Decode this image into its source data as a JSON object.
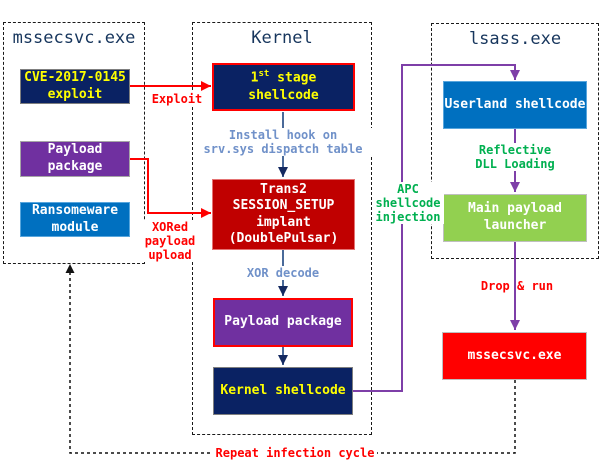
{
  "panels": {
    "mssecsvc": {
      "title": "mssecsvc.exe",
      "nodes": {
        "cve_exploit": {
          "line1": "CVE-2017-0145",
          "line2": "exploit"
        },
        "payload_package": {
          "line1": "Payload",
          "line2": "package"
        },
        "ransomware_module": {
          "line1": "Ransomeware",
          "line2": "module"
        }
      }
    },
    "kernel": {
      "title": "Kernel",
      "nodes": {
        "first_stage_shellcode": {
          "num": "1",
          "sup": "st",
          "rest": " stage",
          "line2": "shellcode"
        },
        "trans2_implant": {
          "line1": "Trans2",
          "line2": "SESSION_SETUP",
          "line3": "implant",
          "line4": "(DoublePulsar)"
        },
        "payload_package": {
          "line1": "Payload package"
        },
        "kernel_shellcode": {
          "line1": "Kernel shellcode"
        }
      }
    },
    "lsass": {
      "title": "lsass.exe",
      "nodes": {
        "userland_shellcode": {
          "line1": "Userland shellcode"
        },
        "main_payload_launcher": {
          "line1": "Main payload",
          "line2": "launcher"
        }
      }
    }
  },
  "external_nodes": {
    "dropped_mssecsvc": {
      "line1": "mssecsvc.exe"
    }
  },
  "connector_labels": {
    "exploit": "Exploit",
    "install_hook": {
      "line1": "Install hook on",
      "line2": "srv.sys dispatch table"
    },
    "xored_upload": {
      "line1": "XORed",
      "line2": "payload",
      "line3": "upload"
    },
    "xor_decode": "XOR decode",
    "apc_injection": {
      "line1": "APC",
      "line2": "shellcode",
      "line3": "injection"
    },
    "reflective_dll": {
      "line1": "Reflective",
      "line2": "DLL Loading"
    },
    "drop_and_run": "Drop & run",
    "repeat_cycle": "Repeat infection cycle"
  },
  "colors": {
    "navy_box": "#0a2263",
    "purple_box": "#7030a0",
    "blue_box": "#0070c0",
    "dark_red_box": "#c00000",
    "bright_red_box": "#ff0000",
    "green_box": "#92d050",
    "yellow_text": "#ffff00",
    "green_label_text": "#00b050",
    "steel_blue_label_text": "#7091c9",
    "red_label_text": "#ff0000",
    "purple_line": "#7e3fa8",
    "navy_line": "#4a6a99",
    "title_text": "#17365d"
  }
}
